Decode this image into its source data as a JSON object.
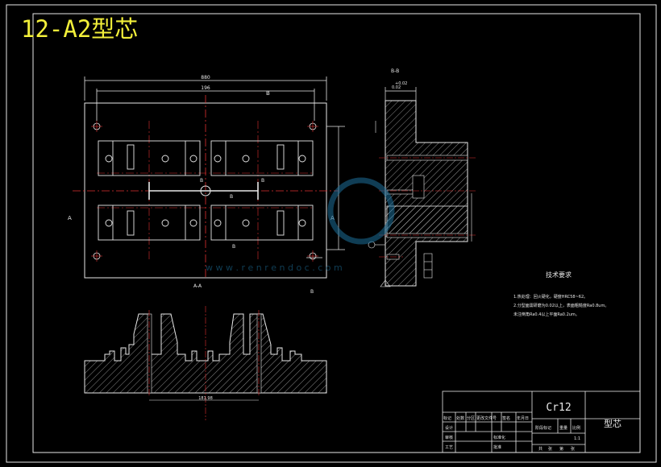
{
  "drawing": {
    "title": "12-A2型芯",
    "watermark_text": "w w w . r e n r e n d o c . c o m"
  },
  "plan_view": {
    "overall_dim": "880",
    "inner_dim": "196",
    "b_label_top": "B",
    "a_label_left": "A",
    "a_label_right": "A",
    "b_labels": [
      "B",
      "B",
      "B",
      "B"
    ],
    "section_label": "A-A",
    "b_label_bottom": "B"
  },
  "side_view": {
    "section_label": "B-B",
    "tol_text": "+0.02",
    "tol_text2": "0.02"
  },
  "section_view": {
    "width_dim": "181.98"
  },
  "tech_requirements": {
    "heading": "技术要求",
    "lines": [
      "1.热处理：回火硬化，硬度HRC58~62。",
      "2.分型面需研磨为0.02以上，表面粗糙度Ra0.8um。",
      "未注倒角Ra0.4以上平面Ra0.2um。"
    ]
  },
  "title_block": {
    "material": "Cr12",
    "part_name": "型芯",
    "rows": [
      "标记",
      "处数",
      "分区",
      "更改文件号",
      "签名",
      "年月日"
    ],
    "left_labels": [
      "设计",
      "审核",
      "工艺"
    ],
    "mid_labels": [
      "标准化",
      "批准"
    ],
    "stage_labels": [
      "阶段标记",
      "重量",
      "比例"
    ],
    "scale": "1:1",
    "sheet": [
      "共",
      "张",
      "第",
      "张"
    ]
  }
}
